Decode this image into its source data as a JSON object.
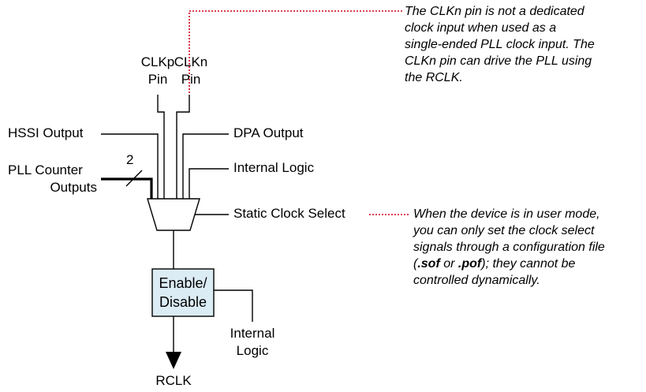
{
  "labels": {
    "clkp_pin": [
      "CLKp",
      "Pin"
    ],
    "clkn_pin": [
      "CLKn",
      "Pin"
    ],
    "hssi_output": "HSSI Output",
    "dpa_output": "DPA Output",
    "pll_counter_outputs": [
      "PLL Counter",
      "Outputs"
    ],
    "bus_width": "2",
    "internal_logic_top": "Internal Logic",
    "static_clock_select": "Static Clock Select",
    "enable_disable": [
      "Enable/",
      "Disable"
    ],
    "internal_logic_bottom": [
      "Internal",
      "Logic"
    ],
    "rclk": "RCLK"
  },
  "notes": {
    "clkn_note": [
      "The CLKn pin is not a dedicated",
      "clock input when used as a",
      "single-ended PLL clock input. The",
      "CLKn pin can drive the PLL using",
      "the RCLK."
    ],
    "clock_select_note": {
      "line1": "When the device is in user mode,",
      "line2": "you can only set the clock select",
      "line3": "signals through a configuration file",
      "line4_open": "(",
      "line4_sof": ".sof",
      "line4_or": " or ",
      "line4_pof": ".pof",
      "line4_rest": "); they cannot be",
      "line5": "controlled dynamically."
    }
  },
  "colors": {
    "line": "#000000",
    "callout": "#d0021b",
    "box_fill": "#dcecf5"
  }
}
